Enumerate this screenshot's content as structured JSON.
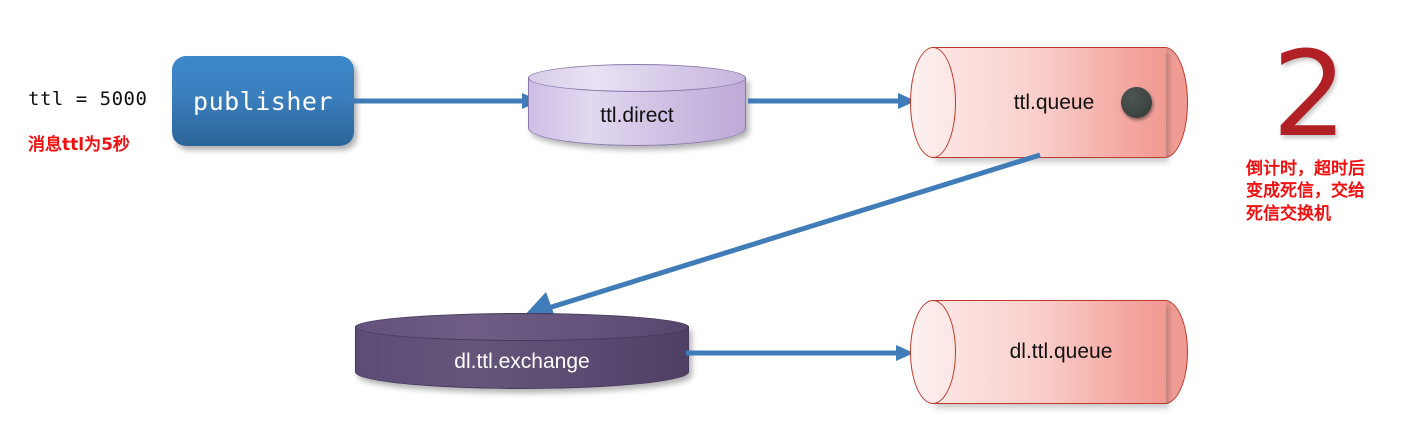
{
  "diagram": {
    "title": "RabbitMQ TTL dead-letter flow",
    "background": "#ffffff",
    "colors": {
      "arrow_blue": "#3f7cb8",
      "publisher_blue": "#3a7fbe",
      "exchange_light_purple": "#cfc1e3",
      "exchange_dark_purple": "#5b4a72",
      "queue_pink": "#f7c4bf",
      "queue_border_red": "#c0392b",
      "annotation_red": "#ee1111",
      "numeral_red": "#b02025",
      "message_dot": "#3d4643"
    }
  },
  "labels": {
    "ttl_setting": "ttl = 5000",
    "ttl_note": "消息ttl为5秒"
  },
  "nodes": {
    "publisher": {
      "label": "publisher",
      "type": "publisher"
    },
    "ttl_direct": {
      "label": "ttl.direct",
      "type": "exchange"
    },
    "ttl_queue": {
      "label": "ttl.queue",
      "type": "queue",
      "has_message": true
    },
    "dl_ttl_exchange": {
      "label": "dl.ttl.exchange",
      "type": "exchange"
    },
    "dl_ttl_queue": {
      "label": "dl.ttl.queue",
      "type": "queue",
      "has_message": false
    }
  },
  "edges": [
    {
      "id": "publisher-to-ttl-direct",
      "from": "publisher",
      "to": "ttl_direct",
      "label": ""
    },
    {
      "id": "ttl-direct-to-ttl-queue",
      "from": "ttl_direct",
      "to": "ttl_queue",
      "label": ""
    },
    {
      "id": "ttl-queue-to-dl-exchange",
      "from": "ttl_queue",
      "to": "dl_ttl_exchange",
      "label": ""
    },
    {
      "id": "dl-exchange-to-dl-queue",
      "from": "dl_ttl_exchange",
      "to": "dl_ttl_queue",
      "label": ""
    }
  ],
  "annotation": {
    "step_number": "2",
    "lines": [
      "倒计时，超时后",
      "变成死信，交给",
      "死信交换机"
    ]
  }
}
